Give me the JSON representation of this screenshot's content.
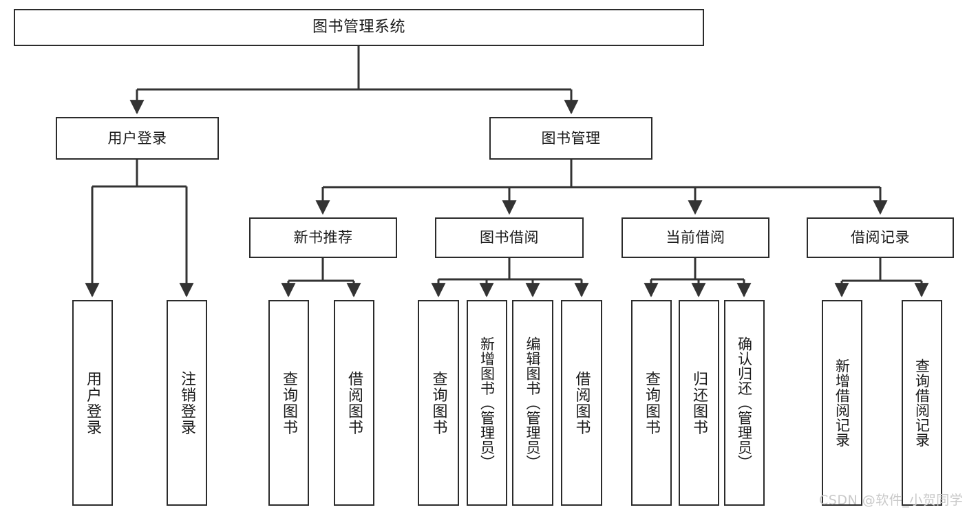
{
  "diagram": {
    "title": "图书管理系统",
    "type": "tree",
    "watermark": "CSDN @软件_小贺同学",
    "colors": {
      "box_border": "#2b2b2b",
      "box_fill": "#ffffff",
      "edge": "#333333",
      "text": "#1a1a1a",
      "watermark": "#c9c9c9",
      "background": "#ffffff"
    },
    "nodes": {
      "root": {
        "label": "图书管理系统"
      },
      "level2": [
        {
          "id": "user-login",
          "label": "用户登录"
        },
        {
          "id": "book-manage",
          "label": "图书管理"
        }
      ],
      "level3": [
        {
          "id": "new-book-recommend",
          "label": "新书推荐"
        },
        {
          "id": "book-borrow",
          "label": "图书借阅"
        },
        {
          "id": "current-borrow",
          "label": "当前借阅"
        },
        {
          "id": "borrow-record",
          "label": "借阅记录"
        }
      ],
      "leaves": {
        "user-login": [
          {
            "id": "leaf-user-login",
            "label": "用户登录"
          },
          {
            "id": "leaf-logout",
            "label": "注销登录"
          }
        ],
        "new-book-recommend": [
          {
            "id": "leaf-query-book-1",
            "label": "查询图书"
          },
          {
            "id": "leaf-borrow-book-1",
            "label": "借阅图书"
          }
        ],
        "book-borrow": [
          {
            "id": "leaf-query-book-2",
            "label": "查询图书"
          },
          {
            "id": "leaf-add-book",
            "label": "新增图书（管理员）"
          },
          {
            "id": "leaf-edit-book",
            "label": "编辑图书（管理员）"
          },
          {
            "id": "leaf-borrow-book-2",
            "label": "借阅图书"
          }
        ],
        "current-borrow": [
          {
            "id": "leaf-query-book-3",
            "label": "查询图书"
          },
          {
            "id": "leaf-return-book",
            "label": "归还图书"
          },
          {
            "id": "leaf-confirm-return",
            "label": "确认归还（管理员）"
          }
        ],
        "borrow-record": [
          {
            "id": "leaf-add-record",
            "label": "新增借阅记录"
          },
          {
            "id": "leaf-query-record",
            "label": "查询借阅记录"
          }
        ]
      }
    }
  }
}
